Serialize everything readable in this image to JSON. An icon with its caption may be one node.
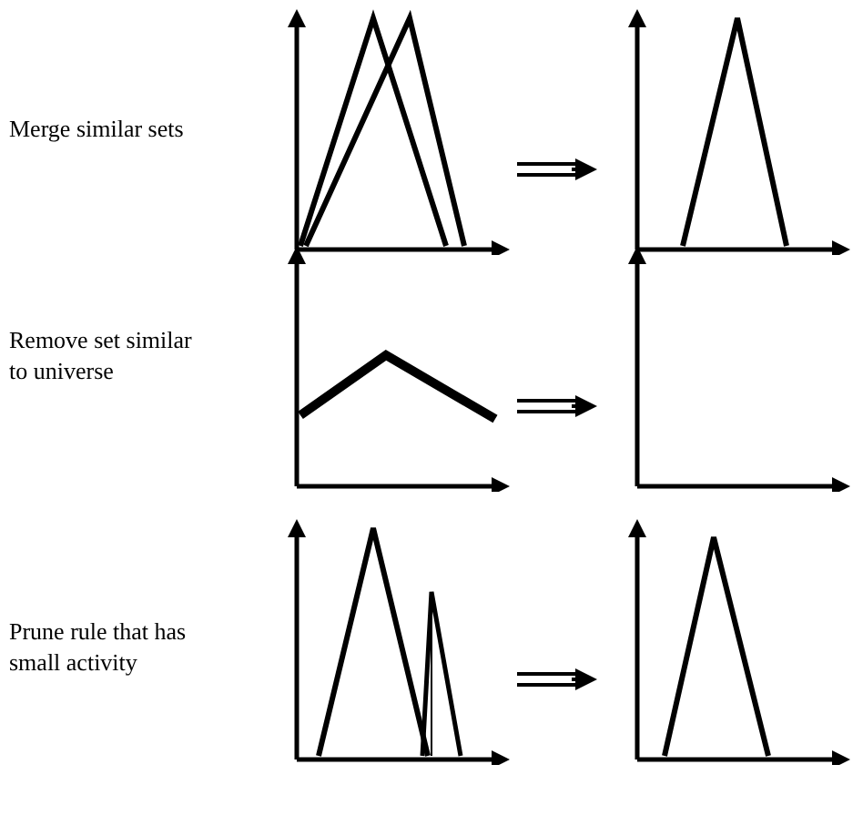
{
  "diagram": {
    "nodes": [
      {
        "text": [],
        "shape": "chart"
      },
      {
        "text": [],
        "shape": "chart"
      },
      {
        "text": [],
        "shape": "chart"
      },
      {
        "text": [],
        "shape": "chart"
      },
      {
        "text": [],
        "shape": "chart"
      },
      {
        "text": [],
        "shape": "chart"
      }
    ],
    "edges": [
      {
        "from": 0,
        "to": 1,
        "arrow": "to"
      },
      {
        "from": 2,
        "to": 3,
        "arrow": "to"
      },
      {
        "from": 4,
        "to": 5,
        "arrow": "to"
      }
    ],
    "labels": [
      "Merge similar sets",
      "Remove set similar to universe",
      "Prune rule that has small activity"
    ]
  }
}
